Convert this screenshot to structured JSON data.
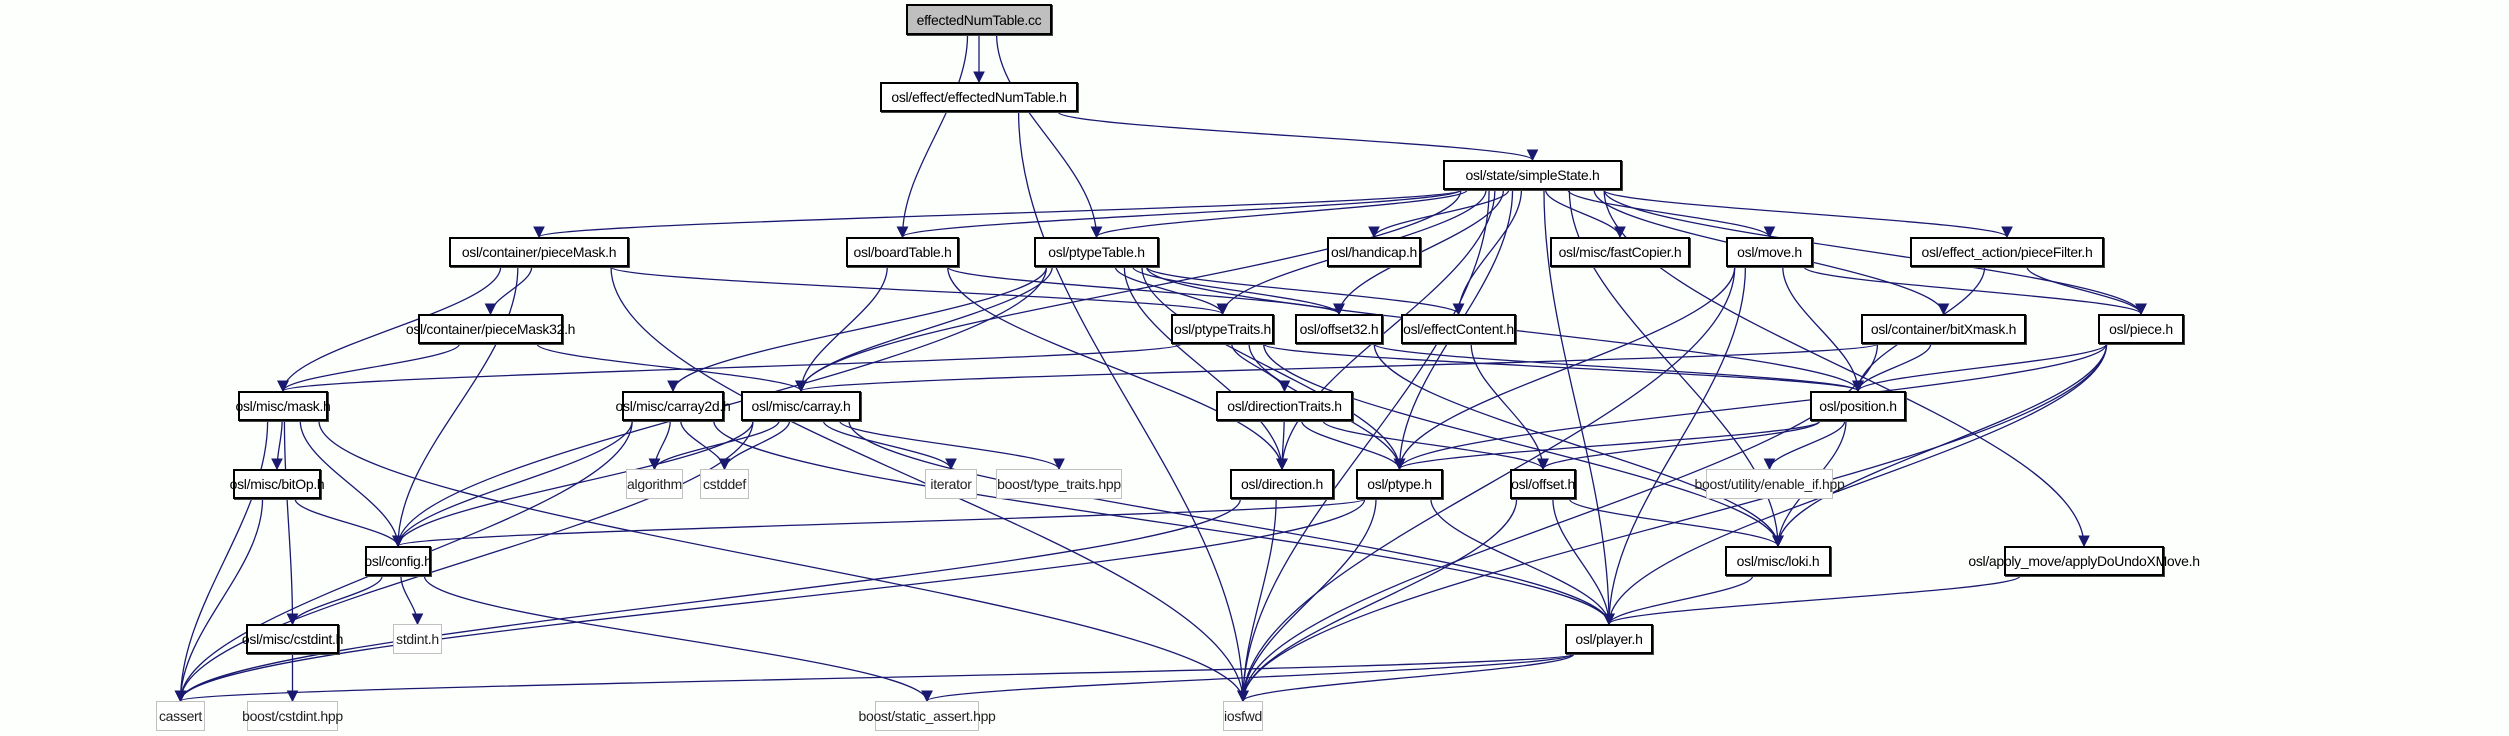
{
  "title": "effectedNumTable.cc include dependency graph",
  "colors": {
    "edge": "#191970",
    "root_fill": "#bfbfbf",
    "node_border": "#000000",
    "system_border": "#c0c0c0",
    "background": "#fdfffd"
  },
  "nodes": [
    {
      "id": "root",
      "label": "effectedNumTable.cc",
      "kind": "root"
    },
    {
      "id": "effectedNumTable_h",
      "label": "osl/effect/effectedNumTable.h",
      "kind": "local"
    },
    {
      "id": "simpleState",
      "label": "osl/state/simpleState.h",
      "kind": "local"
    },
    {
      "id": "pieceMask",
      "label": "osl/container/pieceMask.h",
      "kind": "local"
    },
    {
      "id": "boardTable",
      "label": "osl/boardTable.h",
      "kind": "local"
    },
    {
      "id": "ptypeTable",
      "label": "osl/ptypeTable.h",
      "kind": "local"
    },
    {
      "id": "handicap",
      "label": "osl/handicap.h",
      "kind": "local"
    },
    {
      "id": "fastCopier",
      "label": "osl/misc/fastCopier.h",
      "kind": "local"
    },
    {
      "id": "move",
      "label": "osl/move.h",
      "kind": "local"
    },
    {
      "id": "pieceFilter",
      "label": "osl/effect_action/pieceFilter.h",
      "kind": "local"
    },
    {
      "id": "pieceMask32",
      "label": "osl/container/pieceMask32.h",
      "kind": "local"
    },
    {
      "id": "ptypeTraits",
      "label": "osl/ptypeTraits.h",
      "kind": "local"
    },
    {
      "id": "offset32",
      "label": "osl/offset32.h",
      "kind": "local"
    },
    {
      "id": "effectContent",
      "label": "osl/effectContent.h",
      "kind": "local"
    },
    {
      "id": "bitXmask",
      "label": "osl/container/bitXmask.h",
      "kind": "local"
    },
    {
      "id": "piece",
      "label": "osl/piece.h",
      "kind": "local"
    },
    {
      "id": "mask",
      "label": "osl/misc/mask.h",
      "kind": "local"
    },
    {
      "id": "carray2d",
      "label": "osl/misc/carray2d.h",
      "kind": "local"
    },
    {
      "id": "carray",
      "label": "osl/misc/carray.h",
      "kind": "local"
    },
    {
      "id": "directionTraits",
      "label": "osl/directionTraits.h",
      "kind": "local"
    },
    {
      "id": "position",
      "label": "osl/position.h",
      "kind": "local"
    },
    {
      "id": "bitOp",
      "label": "osl/misc/bitOp.h",
      "kind": "local"
    },
    {
      "id": "algorithm",
      "label": "algorithm",
      "kind": "system"
    },
    {
      "id": "cstddef",
      "label": "cstddef",
      "kind": "system"
    },
    {
      "id": "iterator",
      "label": "iterator",
      "kind": "system"
    },
    {
      "id": "type_traits",
      "label": "boost/type_traits.hpp",
      "kind": "system"
    },
    {
      "id": "direction",
      "label": "osl/direction.h",
      "kind": "local"
    },
    {
      "id": "ptype",
      "label": "osl/ptype.h",
      "kind": "local"
    },
    {
      "id": "offset",
      "label": "osl/offset.h",
      "kind": "local"
    },
    {
      "id": "enable_if",
      "label": "boost/utility/enable_if.hpp",
      "kind": "system"
    },
    {
      "id": "config",
      "label": "osl/config.h",
      "kind": "local"
    },
    {
      "id": "loki",
      "label": "osl/misc/loki.h",
      "kind": "local"
    },
    {
      "id": "applyDoUndoXMove",
      "label": "osl/apply_move/applyDoUndoXMove.h",
      "kind": "local"
    },
    {
      "id": "cstdint",
      "label": "osl/misc/cstdint.h",
      "kind": "local"
    },
    {
      "id": "stdint",
      "label": "stdint.h",
      "kind": "system"
    },
    {
      "id": "player",
      "label": "osl/player.h",
      "kind": "local"
    },
    {
      "id": "cassert",
      "label": "cassert",
      "kind": "system"
    },
    {
      "id": "boost_cstdint",
      "label": "boost/cstdint.hpp",
      "kind": "system"
    },
    {
      "id": "static_assert",
      "label": "boost/static_assert.hpp",
      "kind": "system"
    },
    {
      "id": "iosfwd",
      "label": "iosfwd",
      "kind": "system"
    }
  ],
  "edges": [
    [
      "root",
      "effectedNumTable_h"
    ],
    [
      "root",
      "boardTable"
    ],
    [
      "root",
      "ptypeTable"
    ],
    [
      "effectedNumTable_h",
      "simpleState"
    ],
    [
      "effectedNumTable_h",
      "iosfwd"
    ],
    [
      "simpleState",
      "pieceMask"
    ],
    [
      "simpleState",
      "boardTable"
    ],
    [
      "simpleState",
      "ptypeTable"
    ],
    [
      "simpleState",
      "handicap"
    ],
    [
      "simpleState",
      "fastCopier"
    ],
    [
      "simpleState",
      "move"
    ],
    [
      "simpleState",
      "pieceFilter"
    ],
    [
      "simpleState",
      "ptypeTraits"
    ],
    [
      "simpleState",
      "offset32"
    ],
    [
      "simpleState",
      "effectContent"
    ],
    [
      "simpleState",
      "bitXmask"
    ],
    [
      "simpleState",
      "piece"
    ],
    [
      "simpleState",
      "carray"
    ],
    [
      "simpleState",
      "direction"
    ],
    [
      "simpleState",
      "ptype"
    ],
    [
      "simpleState",
      "loki"
    ],
    [
      "simpleState",
      "applyDoUndoXMove"
    ],
    [
      "simpleState",
      "player"
    ],
    [
      "simpleState",
      "iosfwd"
    ],
    [
      "pieceMask",
      "pieceMask32"
    ],
    [
      "pieceMask",
      "mask"
    ],
    [
      "pieceMask",
      "ptypeTraits"
    ],
    [
      "pieceMask",
      "config"
    ],
    [
      "pieceMask",
      "iosfwd"
    ],
    [
      "pieceMask32",
      "mask"
    ],
    [
      "pieceMask32",
      "carray"
    ],
    [
      "boardTable",
      "carray"
    ],
    [
      "boardTable",
      "direction"
    ],
    [
      "boardTable",
      "offset32"
    ],
    [
      "ptypeTable",
      "ptypeTraits"
    ],
    [
      "ptypeTable",
      "offset32"
    ],
    [
      "ptypeTable",
      "effectContent"
    ],
    [
      "ptypeTable",
      "carray"
    ],
    [
      "ptypeTable",
      "carray2d"
    ],
    [
      "ptypeTable",
      "direction"
    ],
    [
      "ptypeTable",
      "ptype"
    ],
    [
      "ptypeTable",
      "position"
    ],
    [
      "ptypeTable",
      "config"
    ],
    [
      "move",
      "ptype"
    ],
    [
      "move",
      "position"
    ],
    [
      "move",
      "piece"
    ],
    [
      "move",
      "player"
    ],
    [
      "move",
      "iosfwd"
    ],
    [
      "pieceFilter",
      "piece"
    ],
    [
      "pieceFilter",
      "position"
    ],
    [
      "ptypeTraits",
      "directionTraits"
    ],
    [
      "ptypeTraits",
      "ptype"
    ],
    [
      "ptypeTraits",
      "position"
    ],
    [
      "ptypeTraits",
      "mask"
    ],
    [
      "ptypeTraits",
      "loki"
    ],
    [
      "offset32",
      "position"
    ],
    [
      "offset32",
      "loki"
    ],
    [
      "effectContent",
      "offset"
    ],
    [
      "bitXmask",
      "position"
    ],
    [
      "bitXmask",
      "carray"
    ],
    [
      "bitXmask",
      "iosfwd"
    ],
    [
      "piece",
      "position"
    ],
    [
      "piece",
      "ptype"
    ],
    [
      "piece",
      "loki"
    ],
    [
      "piece",
      "player"
    ],
    [
      "piece",
      "iosfwd"
    ],
    [
      "mask",
      "bitOp"
    ],
    [
      "mask",
      "config"
    ],
    [
      "mask",
      "cstdint"
    ],
    [
      "mask",
      "cassert"
    ],
    [
      "mask",
      "iosfwd"
    ],
    [
      "carray2d",
      "algorithm"
    ],
    [
      "carray2d",
      "cstddef"
    ],
    [
      "carray2d",
      "cassert"
    ],
    [
      "carray2d",
      "config"
    ],
    [
      "carray2d",
      "player"
    ],
    [
      "carray",
      "algorithm"
    ],
    [
      "carray",
      "cstddef"
    ],
    [
      "carray",
      "iterator"
    ],
    [
      "carray",
      "type_traits"
    ],
    [
      "carray",
      "config"
    ],
    [
      "carray",
      "cassert"
    ],
    [
      "carray",
      "player"
    ],
    [
      "directionTraits",
      "direction"
    ],
    [
      "directionTraits",
      "ptype"
    ],
    [
      "directionTraits",
      "offset"
    ],
    [
      "position",
      "offset"
    ],
    [
      "position",
      "enable_if"
    ],
    [
      "position",
      "loki"
    ],
    [
      "position",
      "ptype"
    ],
    [
      "bitOp",
      "config"
    ],
    [
      "bitOp",
      "cassert"
    ],
    [
      "direction",
      "iosfwd"
    ],
    [
      "direction",
      "cassert"
    ],
    [
      "ptype",
      "config"
    ],
    [
      "ptype",
      "player"
    ],
    [
      "ptype",
      "iosfwd"
    ],
    [
      "ptype",
      "cassert"
    ],
    [
      "offset",
      "loki"
    ],
    [
      "offset",
      "player"
    ],
    [
      "offset",
      "iosfwd"
    ],
    [
      "config",
      "cstdint"
    ],
    [
      "config",
      "stdint"
    ],
    [
      "config",
      "static_assert"
    ],
    [
      "loki",
      "player"
    ],
    [
      "applyDoUndoXMove",
      "player"
    ],
    [
      "cstdint",
      "boost_cstdint"
    ],
    [
      "player",
      "cassert"
    ],
    [
      "player",
      "static_assert"
    ],
    [
      "player",
      "iosfwd"
    ]
  ]
}
